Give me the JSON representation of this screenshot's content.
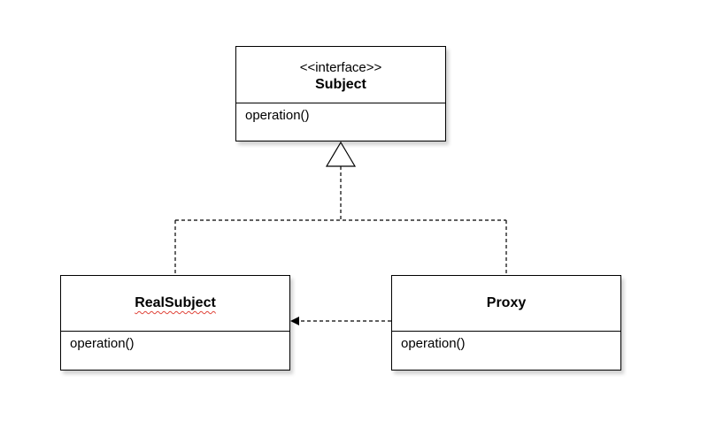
{
  "subject": {
    "stereotype": "<<interface>>",
    "name": "Subject",
    "operations": [
      "operation()"
    ]
  },
  "real_subject": {
    "name": "RealSubject",
    "operations": [
      "operation()"
    ]
  },
  "proxy": {
    "name": "Proxy",
    "operations": [
      "operation()"
    ]
  },
  "relationships": [
    {
      "type": "realization",
      "from": "RealSubject",
      "to": "Subject"
    },
    {
      "type": "realization",
      "from": "Proxy",
      "to": "Subject"
    },
    {
      "type": "dependency",
      "from": "Proxy",
      "to": "RealSubject"
    }
  ]
}
